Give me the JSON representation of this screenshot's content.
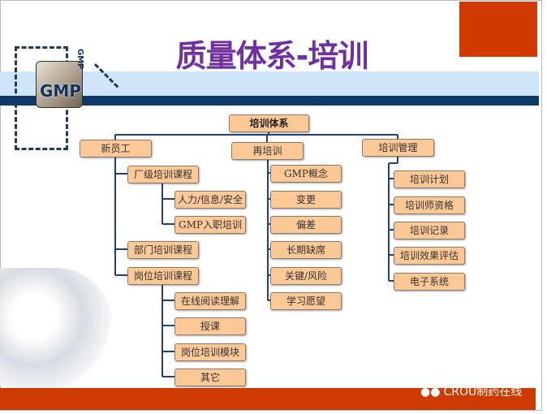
{
  "title": "质量体系-培训",
  "logo": {
    "text": "GMP",
    "vertical_text": "GMP"
  },
  "diagram": {
    "root": "培训体系",
    "branches": [
      {
        "label": "新员工",
        "children": [
          {
            "label": "厂级培训课程",
            "children": [
              "人力/信息/安全",
              "GMP入职培训"
            ]
          },
          {
            "label": "部门培训课程",
            "children": []
          },
          {
            "label": "岗位培训课程",
            "children": [
              "在线阅读理解",
              "授课",
              "岗位培训模块",
              "其它"
            ]
          }
        ]
      },
      {
        "label": "再培训",
        "children": [
          "GMP概念",
          "变更",
          "偏差",
          "长期缺席",
          "关键/风险",
          "学习愿望"
        ]
      },
      {
        "label": "培训管理",
        "children": [
          "培训计划",
          "培训师资格",
          "培训记录",
          "培训效果评估",
          "电子系统"
        ]
      }
    ]
  },
  "watermark": {
    "icon": "wechat-icon",
    "text": "CROU制药在线"
  },
  "colors": {
    "title": "#7030a0",
    "box": "#fbc896",
    "line": "#1f3f7f",
    "accent_red": "#cf3a00",
    "navy": "#0e3a6a"
  }
}
